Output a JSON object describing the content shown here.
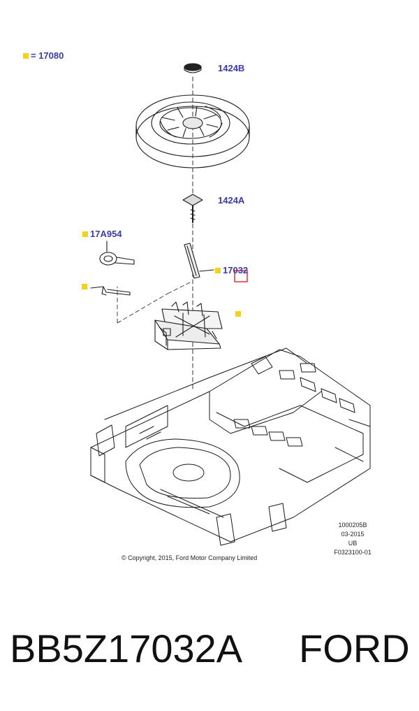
{
  "legend": {
    "text": "= 17080"
  },
  "callouts": {
    "c1424b": "1424B",
    "c1424a": "1424A",
    "c17a954": "17A954",
    "c17032": "17032"
  },
  "meta": {
    "line1": "1000205B",
    "line2": "03-2015",
    "line3": "UB",
    "line4": "F0323100-01"
  },
  "copyright": "© Copyright, 2015, Ford Motor Company Limited",
  "footer": {
    "part_number": "BB5Z17032A",
    "brand": "FORD"
  },
  "colors": {
    "callout_text": "#3a3aa8",
    "marker": "#f2d21b",
    "highlight_box": "#e0303a"
  }
}
